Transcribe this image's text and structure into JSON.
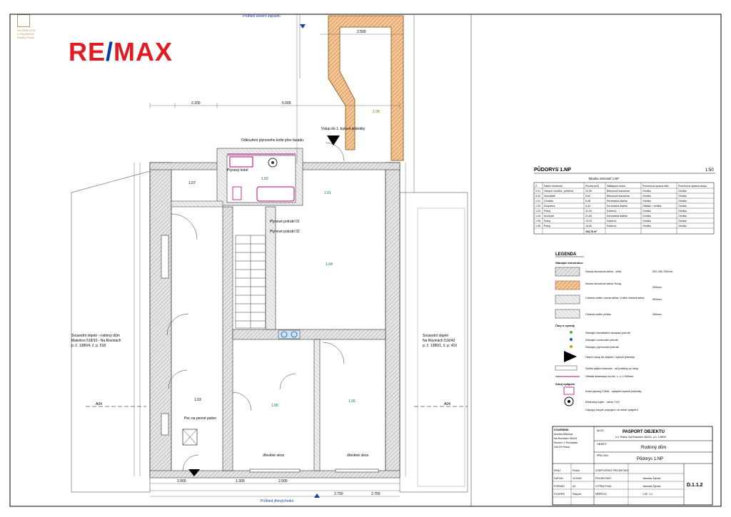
{
  "brand": {
    "small_logo_lines": [
      "DVOŘÁKOVÁ",
      "& RAZINSKÁ",
      "Reality Praha"
    ],
    "remax_left": "RE",
    "remax_slash": "/",
    "remax_right": "MAX"
  },
  "plan": {
    "top_label": "Průhled severo západní",
    "bottom_label": "Průhled jihovýchodní",
    "neighbor_left": [
      "Sousední objekt - rodinný dům",
      "Malešice 518/10 - Na Rovinách",
      "p. č. 1380/4, č. p. 518"
    ],
    "neighbor_right": [
      "Sousední objekt",
      "Na Rovinách 516/43",
      "p. č. 1380/1, č. p. 410"
    ],
    "section_marks": [
      "A04",
      "A04"
    ],
    "rooms": [
      {
        "id": "1.02",
        "label": "1.02"
      },
      {
        "id": "1.01",
        "label": "1.01"
      },
      {
        "id": "1.03",
        "label": "1.03"
      },
      {
        "id": "1.04",
        "label": "1.04"
      },
      {
        "id": "1.05",
        "label": "1.05"
      },
      {
        "id": "1.06",
        "label": "1.06"
      },
      {
        "id": "1.07",
        "label": "1.07"
      },
      {
        "id": "1.08",
        "label": "1.08"
      }
    ],
    "annotations": {
      "gas_boiler": "Plynový kotel",
      "gas_pipe": "Odkouření plynového kotle přes fasádu",
      "entrance": "Vstup do 1. bytové jednotky",
      "chimney1": "Plynové potrubí 01",
      "chimney2": "Plynové potrubí 02",
      "fireplace": "Pec na pevné palivo"
    },
    "dims_top": [
      "2.200",
      "5.005",
      "2.500"
    ],
    "dims_bottom": [
      "2.000",
      "1.300",
      "2.000",
      "2.750",
      "2.750"
    ]
  },
  "title": {
    "text": "PŮDORYS 1.NP",
    "scale": "1:50"
  },
  "room_table": {
    "title": "Tabulka místností 1.NP",
    "headers": [
      "Č.",
      "Název místnosti",
      "Plocha (m2)",
      "Nášlapná vrstva",
      "Povrchová úprava stěn",
      "Povrchová úprava stropu"
    ],
    "rows": [
      [
        "0.01",
        "Vstupní chodba - průchod",
        "23,06",
        "Betonová mazanina",
        "Omítka",
        "Omítka"
      ],
      [
        "0.02",
        "Schodiště",
        "6,62",
        "Betonová mazanina",
        "Omítka",
        "Omítka"
      ],
      [
        "1.01",
        "Chodba",
        "6,48",
        "Keramická dlažba",
        "Omítka",
        "Omítka"
      ],
      [
        "1.02",
        "Koupelna",
        "5,42",
        "Keramická dlažba",
        "Obklad + omítka",
        "Omítka"
      ],
      [
        "1.03",
        "Pokoj",
        "11,94",
        "Koberec",
        "Omítka",
        "Omítka"
      ],
      [
        "1.04",
        "Kuchyně",
        "21,84",
        "Keramická dlažba",
        "Omítka",
        "Omítka"
      ],
      [
        "1.05",
        "Pokoj",
        "13,43",
        "Koberec",
        "Omítka",
        "Omítka"
      ],
      [
        "1.06",
        "Pokoj",
        "15,60",
        "Koberec",
        "Omítka",
        "Omítka"
      ]
    ],
    "total": "103,78 m²"
  },
  "legend": {
    "title": "LEGENDA",
    "section1": "Stávající konstrukce",
    "items": [
      {
        "desc": "Nosná obvodová stěna - cihla",
        "value": "200-450-700mm"
      },
      {
        "desc": "Nosná obvodová stěna Ytong",
        "value": "250mm"
      },
      {
        "desc": "Cihelná vnitřní nosná stěna, Vnitřní cihelná stěna",
        "value": "300mm"
      },
      {
        "desc": "Cihelná vnitřní příčka",
        "value": "300mm"
      }
    ],
    "section2": "Čáry a vývody",
    "lines": [
      "Stávající kanalizační stoupací potrubí",
      "Stávající vodovodní potrubí",
      "Stávající plynovodní potrubí",
      "Hlavní vstup do objektu / bytové jednotky",
      "Světlá výška místnosti - od podlahy po strop",
      "Obklad keramický na zdi, o. v. 2.000mm"
    ],
    "section3": "Zdroj vytápění",
    "heating": [
      "Kotel plynový 12kW - vytápění bytové jednotky",
      "Elektrický bojler - ohřev TUV",
      "Odpojný šoupě propojení na okruh vytápění"
    ]
  },
  "title_block": {
    "company": [
      "STAVEBNÍK:",
      "Anežka Máslová",
      "Na Rovinách 354/41",
      "Severní V Pečinkách",
      "109 00 Praha"
    ],
    "akce_label": "AKCE:",
    "akce": "PASPORT OBJEKTU",
    "akce_sub": "k.ú. Praha, Na Rovinách 354/41, p.č. 1380/9",
    "objekt_label": "OBJEKT:",
    "objekt": "Rodinný dům",
    "priloha_label": "PŘÍLOHA:",
    "priloha": "Půdorys 1.NP",
    "rows": [
      {
        "label": "KRAJ",
        "value": "Praha"
      },
      {
        "label": "DATUM",
        "value": "11/2020"
      },
      {
        "label": "FORMÁT",
        "value": "A3"
      },
      {
        "label": "STUPEŇ",
        "value": "Pasport"
      }
    ],
    "right_rows": [
      {
        "label": "ZODPOVĚDNÝ PROJEKTANT:",
        "value": ""
      },
      {
        "label": "PROJEKTANT:",
        "value": "Jaroslav Žyhota"
      },
      {
        "label": "VYPRACOVAL:",
        "value": "Jaroslav Žyhota"
      },
      {
        "label": "MĚŘÍTKO:",
        "value": "1:50, 1:1"
      }
    ],
    "sheet_no": "D.1.1.2"
  }
}
